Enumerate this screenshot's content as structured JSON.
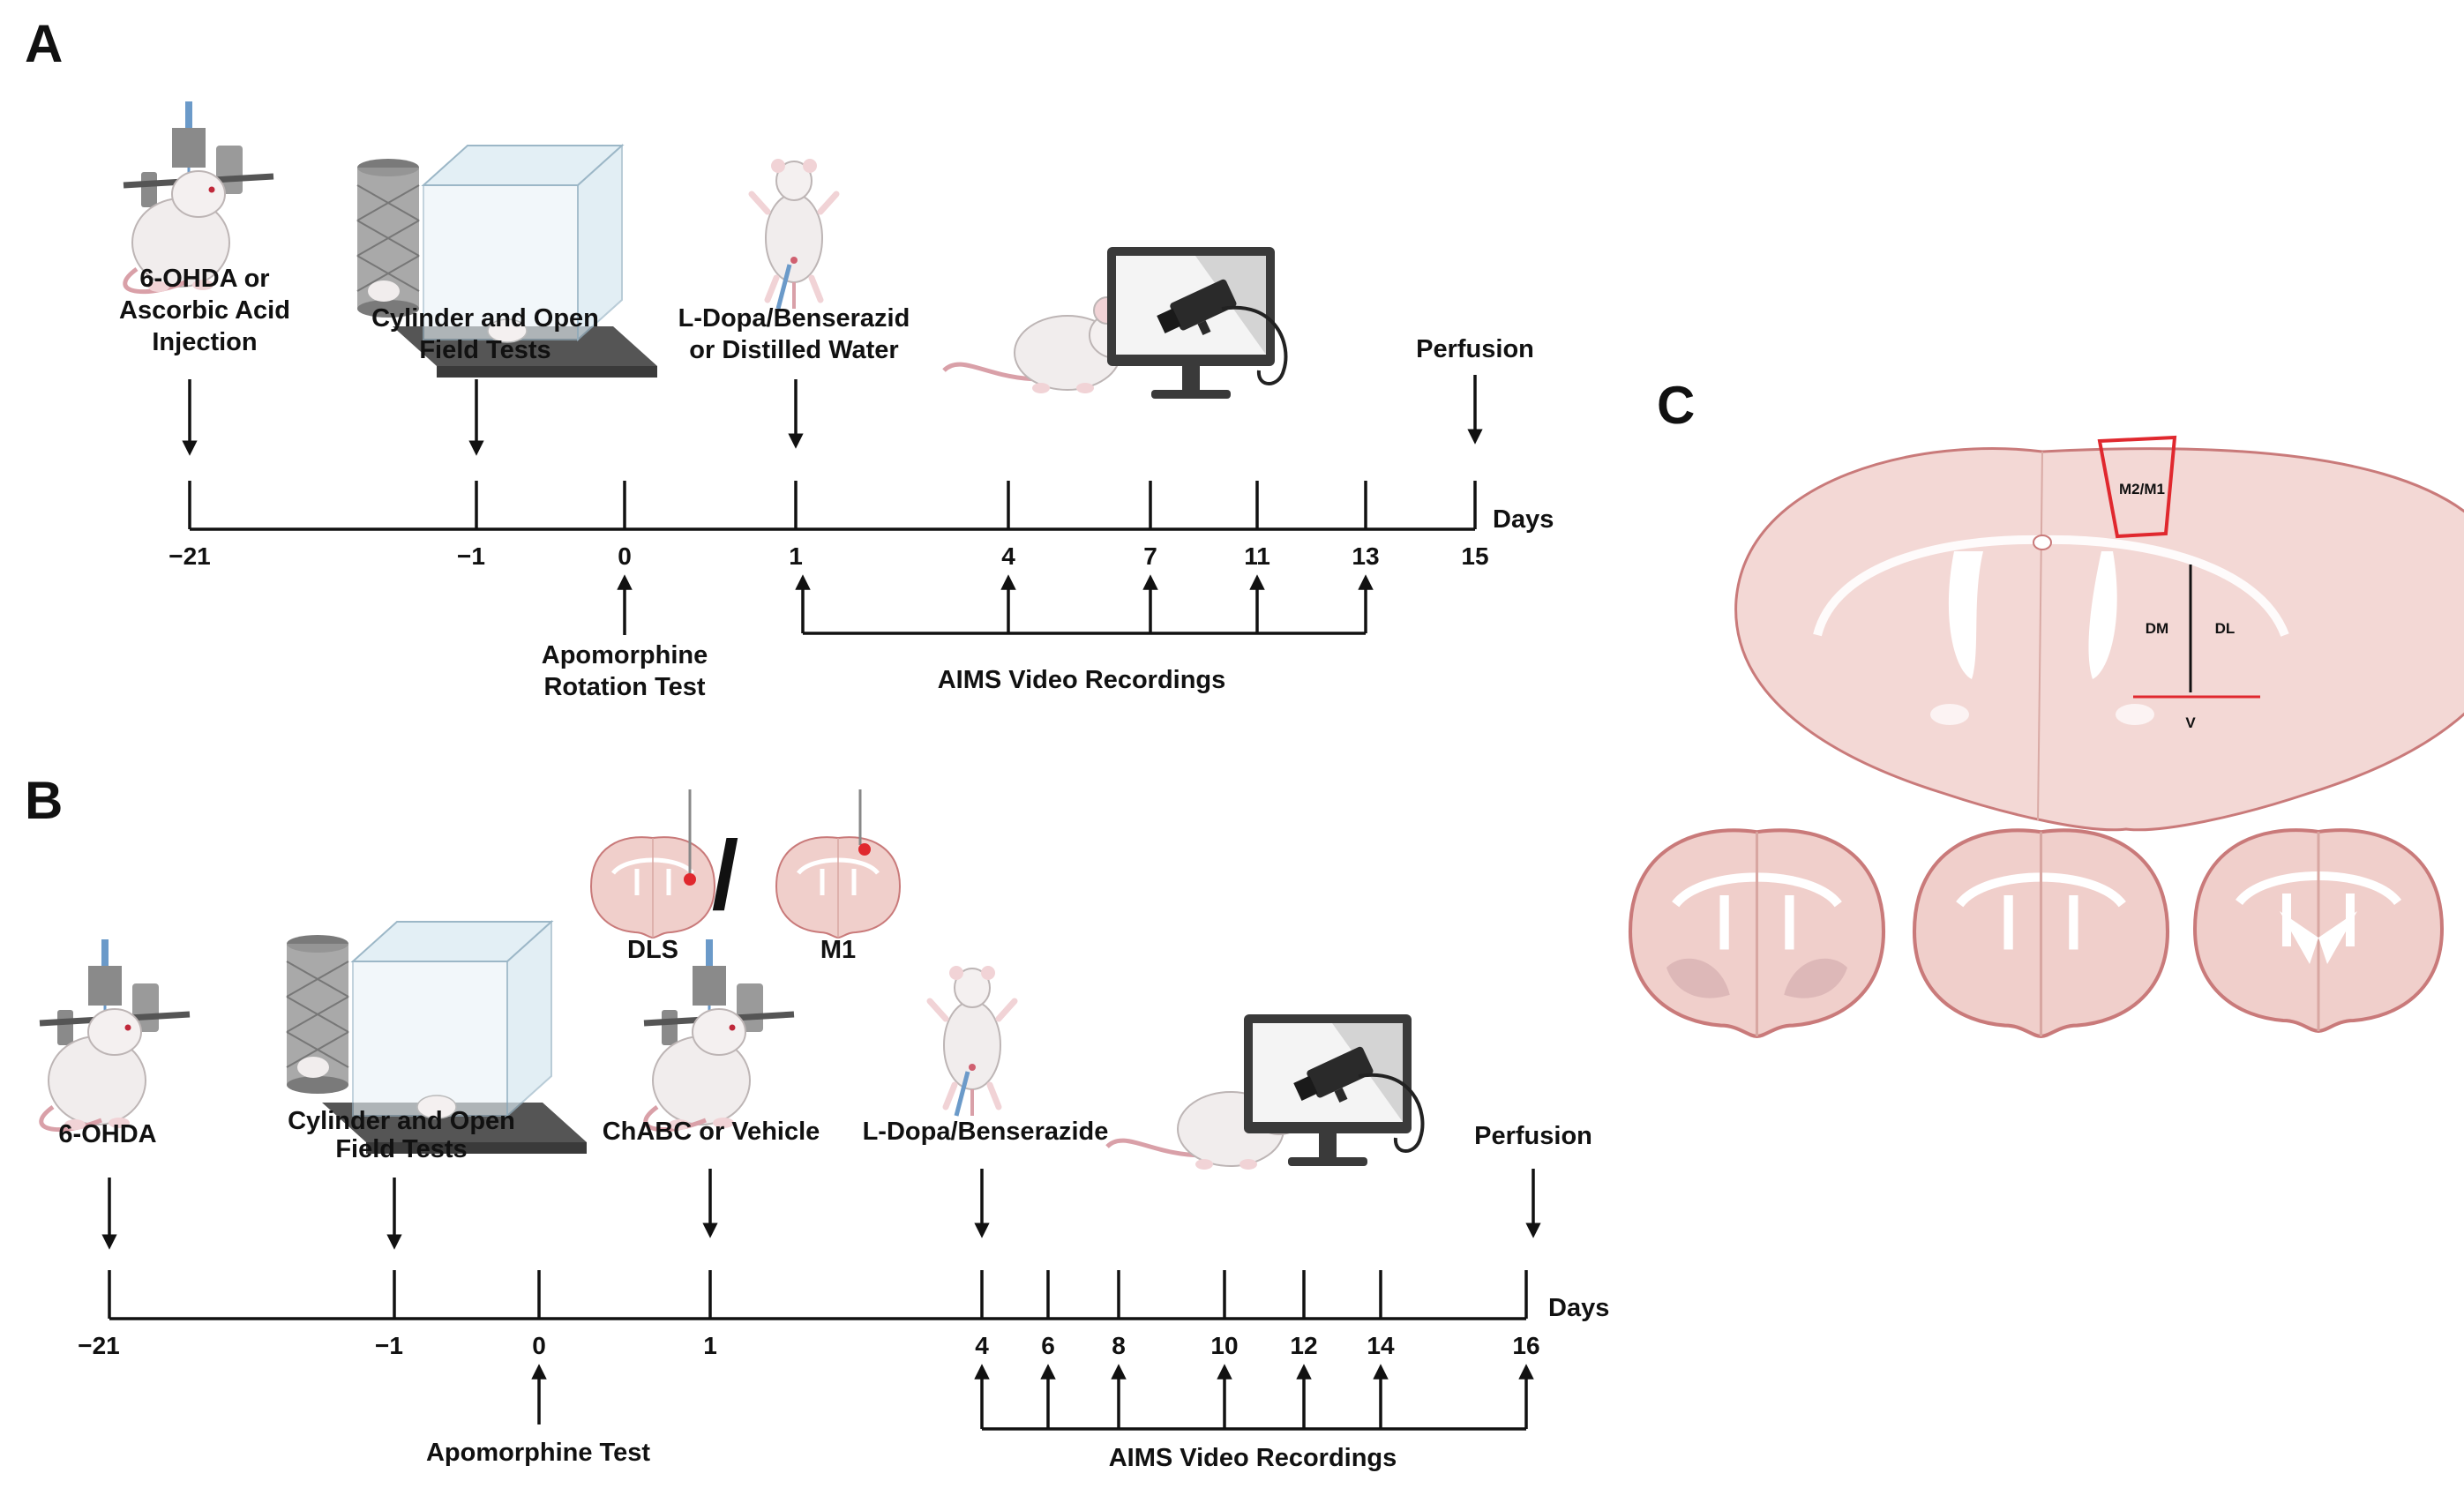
{
  "panels": {
    "A": {
      "letter": "A",
      "events_above": [
        {
          "day": "−21",
          "label_lines": [
            "6-OHDA or",
            "Ascorbic Acid",
            "Injection"
          ],
          "icon": "stereotaxic-rat-icon"
        },
        {
          "day": "−1",
          "label_lines": [
            "Cylinder and Open",
            "Field Tests"
          ],
          "icon": "cylinder-open-field-icon"
        },
        {
          "day": "1",
          "label_lines": [
            "L-Dopa/Benserazid",
            "or Distilled Water"
          ],
          "icon": "injected-rat-icon"
        },
        {
          "day": "15",
          "label_lines": [
            "Perfusion"
          ]
        }
      ],
      "events_below": [
        {
          "day": "0",
          "label_lines": [
            "Apomorphine",
            "Rotation Test"
          ]
        }
      ],
      "ticks": [
        "−21",
        "−1",
        "0",
        "1",
        "4",
        "7",
        "11",
        "13",
        "15"
      ],
      "axis_label": "Days",
      "recordings": {
        "days": [
          "1",
          "4",
          "7",
          "11",
          "13"
        ],
        "label": "AIMS Video Recordings",
        "icon": "rat-camera-monitor-icon"
      }
    },
    "B": {
      "letter": "B",
      "site_labels": [
        "DLS",
        "M1"
      ],
      "site_separator": "/",
      "events_above": [
        {
          "day": "−21",
          "label_lines": [
            "6-OHDA"
          ],
          "icon": "stereotaxic-rat-icon"
        },
        {
          "day": "−1",
          "label_lines": [
            "Cylinder and Open",
            "Field Tests"
          ],
          "icon": "cylinder-open-field-icon"
        },
        {
          "day": "1",
          "label_lines": [
            "ChABC or Vehicle"
          ],
          "icon": "stereotaxic-rat-icon"
        },
        {
          "day": "4",
          "label_lines": [
            "L-Dopa/Benserazide"
          ],
          "icon": "injected-rat-icon"
        },
        {
          "day": "16",
          "label_lines": [
            "Perfusion"
          ]
        }
      ],
      "events_below": [
        {
          "day": "0",
          "label_lines": [
            "Apomorphine Test"
          ]
        }
      ],
      "ticks": [
        "−21",
        "−1",
        "0",
        "1",
        "4",
        "6",
        "8",
        "10",
        "12",
        "14",
        "16"
      ],
      "axis_label": "Days",
      "recordings": {
        "days": [
          "4",
          "6",
          "8",
          "10",
          "12",
          "14",
          "16"
        ],
        "label": "AIMS Video Recordings",
        "icon": "rat-camera-monitor-icon"
      }
    },
    "C": {
      "letter": "C",
      "regions": [
        "M2/M1",
        "DM",
        "DL",
        "V"
      ],
      "highlight_color": "#e0282e"
    }
  },
  "colors": {
    "brain_fill": "#f3d8d5",
    "brain_stroke": "#c97a7a",
    "ink": "#111111",
    "accent_red": "#e0282e"
  }
}
